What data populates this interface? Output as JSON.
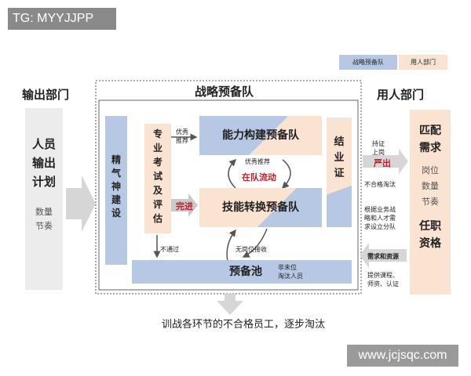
{
  "watermark_tl": "TG: MYYJJPP",
  "watermark_br": "www.jcjsqc.com",
  "legend": {
    "strategic": "战略预备队",
    "hiring": "用人部门"
  },
  "output_dept": {
    "title": "输出部门",
    "body": [
      "人员",
      "输出",
      "计划"
    ],
    "sub": [
      "数量",
      "节奏"
    ]
  },
  "strategic": {
    "title": "战略预备队",
    "spirit": [
      "精",
      "气",
      "神",
      "建",
      "设"
    ],
    "exam": [
      "专",
      "业",
      "考",
      "试",
      "及",
      "评",
      "估"
    ],
    "capability_team": "能力构建预备队",
    "skill_team": "技能转换预备队",
    "graduation": [
      "结",
      "业",
      "证"
    ],
    "pool": "预备池",
    "pool_note": [
      "非未位",
      "淘汰人员"
    ],
    "excellent_rec": [
      "优秀",
      "推荐"
    ],
    "excellent_rec2": "优秀推荐",
    "in_team_flow": "在队流动",
    "finish_in": "完进",
    "not_pass": "不通过",
    "no_post": "无岗位接收"
  },
  "hiring_dept": {
    "title": "用人部门",
    "match_demand": [
      "匹配",
      "需求"
    ],
    "post_items": [
      "岗位",
      "数量",
      "节奏"
    ],
    "qualification": [
      "任职",
      "资格"
    ]
  },
  "right_arrows": {
    "hold_cert": [
      "持证",
      "上岗"
    ],
    "exit": "严出",
    "fail_out": "不合格淘汰",
    "by_business": [
      "根据业务战",
      "略和人才需",
      "求设立分队"
    ],
    "demand_resources": "需求和资源",
    "provide": [
      "提供课程、",
      "师资、认证"
    ]
  },
  "caption": "训战各环节的不合格员工，逐步淘汰"
}
